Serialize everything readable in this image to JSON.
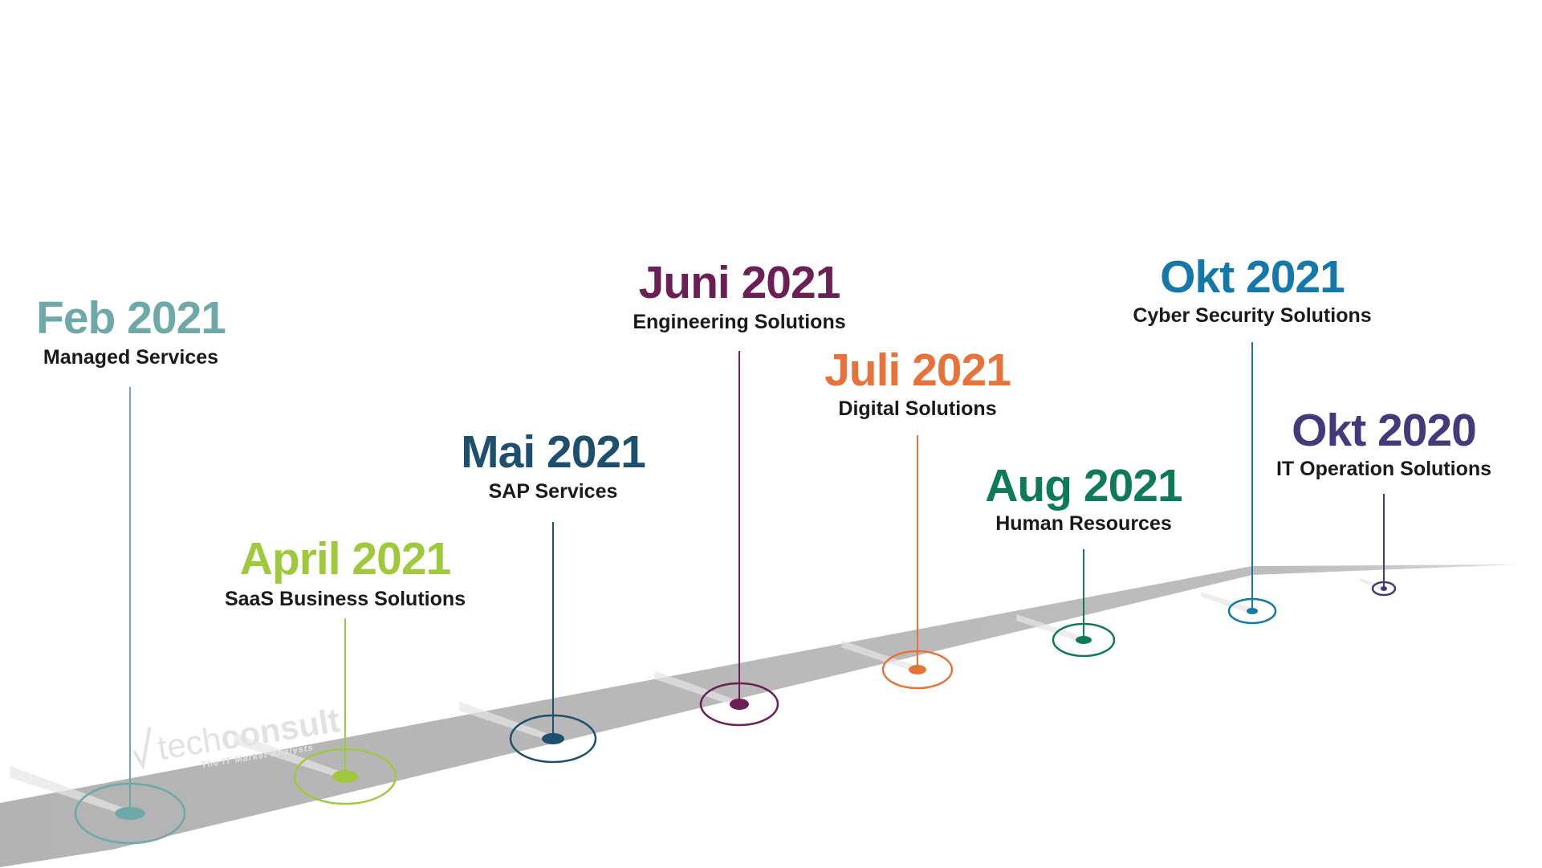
{
  "watermark": {
    "brand_prefix": "tech",
    "brand_suffix": "consult",
    "tagline": "The IT Market Analysts"
  },
  "colors": {
    "road": "#b9b9b9",
    "road_shadow": "#e6e6e6"
  },
  "milestones": [
    {
      "date": "Feb 2021",
      "label": "Managed Services",
      "color": "#6fa8a8"
    },
    {
      "date": "April 2021",
      "label": "SaaS Business Solutions",
      "color": "#9fc93c"
    },
    {
      "date": "Mai 2021",
      "label": "SAP Services",
      "color": "#1d4f6e"
    },
    {
      "date": "Juni 2021",
      "label": "Engineering Solutions",
      "color": "#6b1f55"
    },
    {
      "date": "Juli 2021",
      "label": "Digital Solutions",
      "color": "#e8733a"
    },
    {
      "date": "Aug 2021",
      "label": "Human Resources",
      "color": "#0f7a5a"
    },
    {
      "date": "Okt 2021",
      "label": "Cyber Security Solutions",
      "color": "#1479a8"
    },
    {
      "date": "Okt 2020",
      "label": "IT Operation Solutions",
      "color": "#44397a"
    }
  ]
}
